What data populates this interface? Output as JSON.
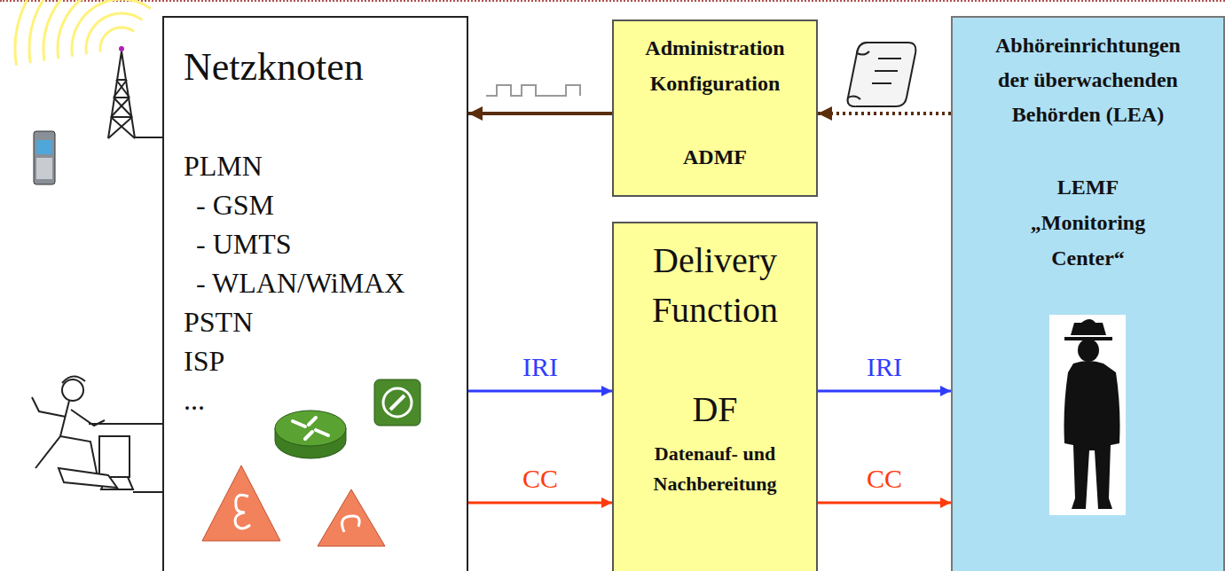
{
  "diagram": {
    "nodes": [
      {
        "text": [
          "Netzknoten",
          "PLMN",
          "- GSM",
          "- UMTS",
          "- WLAN/WiMAX",
          "PSTN",
          "ISP",
          "..."
        ]
      },
      {
        "text": [
          "Administration Konfiguration",
          "ADMF"
        ]
      },
      {
        "text": [
          "Delivery Function",
          "DF",
          "Datenauf- und Nachbereitung"
        ]
      },
      {
        "text": [
          "Abhöreinrichtungen der überwachenden Behörden (LEA)",
          "LEMF „Monitoring Center“"
        ]
      }
    ],
    "edges": [
      {
        "from": 1,
        "to": 0,
        "arrow": "to"
      },
      {
        "from": 3,
        "to": 1,
        "arrow": "to"
      },
      {
        "from": 0,
        "to": 2,
        "label": "IRI",
        "arrow": "to"
      },
      {
        "from": 0,
        "to": 2,
        "label": "CC",
        "arrow": "to"
      },
      {
        "from": 2,
        "to": 3,
        "label": "IRI",
        "arrow": "to"
      },
      {
        "from": 2,
        "to": 3,
        "label": "CC",
        "arrow": "to"
      }
    ]
  }
}
